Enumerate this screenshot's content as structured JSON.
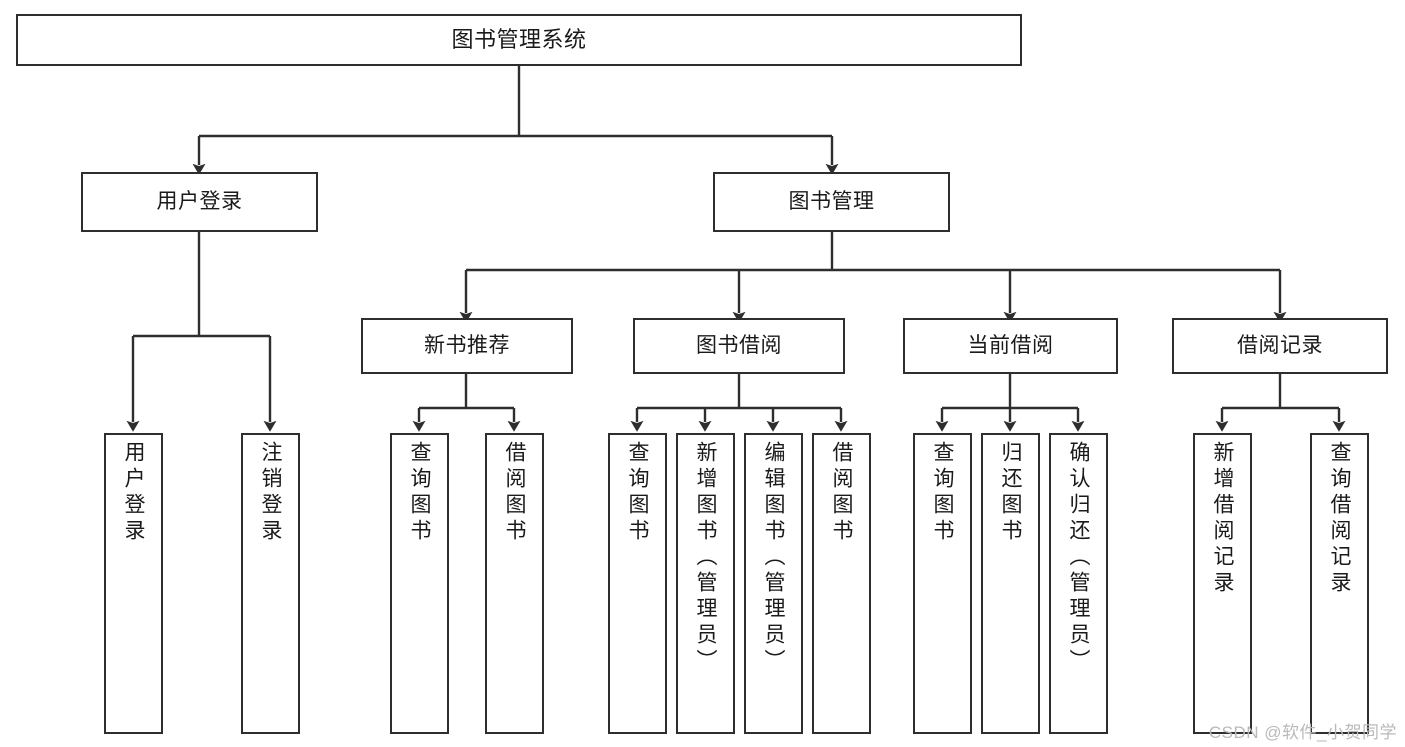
{
  "diagram": {
    "type": "tree",
    "title": "图书管理系统",
    "watermark": "CSDN @软件_小贺同学",
    "colors": {
      "background": "#ffffff",
      "stroke": "#2e2e2e",
      "text": "#1a1a1a",
      "watermark": "#b9b9b9"
    },
    "root": {
      "label": "图书管理系统"
    },
    "level2": [
      {
        "label": "用户登录"
      },
      {
        "label": "图书管理"
      }
    ],
    "level3": [
      {
        "label": "新书推荐"
      },
      {
        "label": "图书借阅"
      },
      {
        "label": "当前借阅"
      },
      {
        "label": "借阅记录"
      }
    ],
    "leaves": {
      "user_login": [
        {
          "label": "用户登录"
        },
        {
          "label": "注销登录"
        }
      ],
      "new_book_recommend": [
        {
          "label": "查询图书"
        },
        {
          "label": "借阅图书"
        }
      ],
      "book_borrow": [
        {
          "label": "查询图书"
        },
        {
          "label": "新增图书（管理员）"
        },
        {
          "label": "编辑图书（管理员）"
        },
        {
          "label": "借阅图书"
        }
      ],
      "current_borrow": [
        {
          "label": "查询图书"
        },
        {
          "label": "归还图书"
        },
        {
          "label": "确认归还（管理员）"
        }
      ],
      "borrow_record": [
        {
          "label": "新增借阅记录"
        },
        {
          "label": "查询借阅记录"
        }
      ]
    }
  }
}
